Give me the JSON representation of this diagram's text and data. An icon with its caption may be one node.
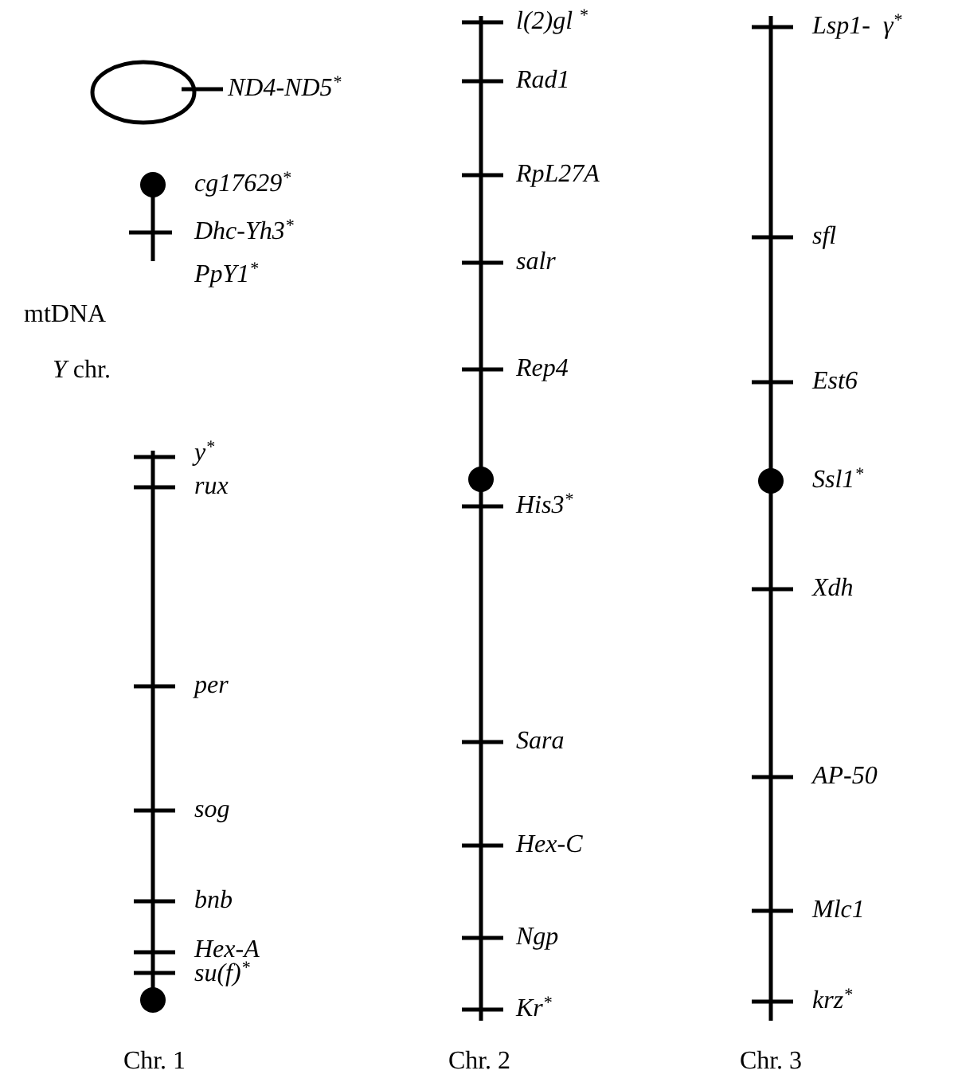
{
  "diagram": {
    "labels": [
      "ND4-ND5$^{*}$",
      "cg17629$^{*}$",
      "Dhc-Yh3$^{*}$",
      "PpY1$^{*}$",
      "mtDNA",
      "*Y* chr.",
      "y$^{*}$",
      "rux",
      "per",
      "sog",
      "bnb",
      "Hex-A",
      "su(f)$^{*}$",
      "Chr. 1",
      "l(2)gl $^{*}$",
      "Rad1",
      "RpL27A",
      "salr",
      "Rep4",
      "His3$^{*}$",
      "Sara",
      "Hex-C",
      "Ngp",
      "Kr$^{*}$",
      "Chr. 2",
      "Lsp1-  γ$^{*}$",
      "sfl",
      "Est6",
      "Ssl1$^{*}$",
      "Xdh",
      "AP-50",
      "Mlc1",
      "krz$^{*}$",
      "Chr. 3"
    ]
  }
}
